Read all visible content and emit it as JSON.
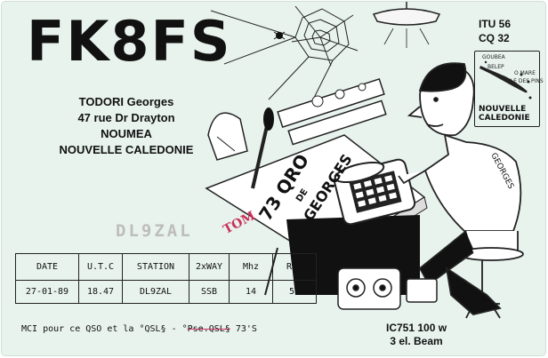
{
  "callsign": "FK8FS",
  "operator": {
    "name": "TODORI Georges",
    "street": "47 rue Dr Drayton",
    "city": "NOUMEA",
    "country": "NOUVELLE CALEDONIE"
  },
  "zones": {
    "itu": "ITU 56",
    "cq": "CQ 32"
  },
  "map": {
    "labels": [
      "GOUBEA",
      "BELEP",
      "ILE DES PINS",
      "O MARE"
    ],
    "caption_line1": "NOUVELLE",
    "caption_line2": "CALEDONIE"
  },
  "desk_card": {
    "greeting": "73 QRO",
    "de": "DE",
    "name": "GEORGES"
  },
  "sweater_name": "GEORGES",
  "to_station": "DL9ZAL",
  "handwritten": "TOM",
  "log": {
    "headers": [
      "DATE",
      "U.T.C",
      "STATION",
      "2xWAY",
      "Mhz",
      "RST"
    ],
    "row": [
      "27-01-89",
      "18.47",
      "DL9ZAL",
      "SSB",
      "14",
      "57"
    ]
  },
  "remark": {
    "before": "MCI pour ce QSO et la °QSL§ - °",
    "struck": "Pse.QSL§",
    "after": " 73'S"
  },
  "equipment": {
    "rig": "IC751 100 w",
    "antenna": "3 el. Beam"
  }
}
